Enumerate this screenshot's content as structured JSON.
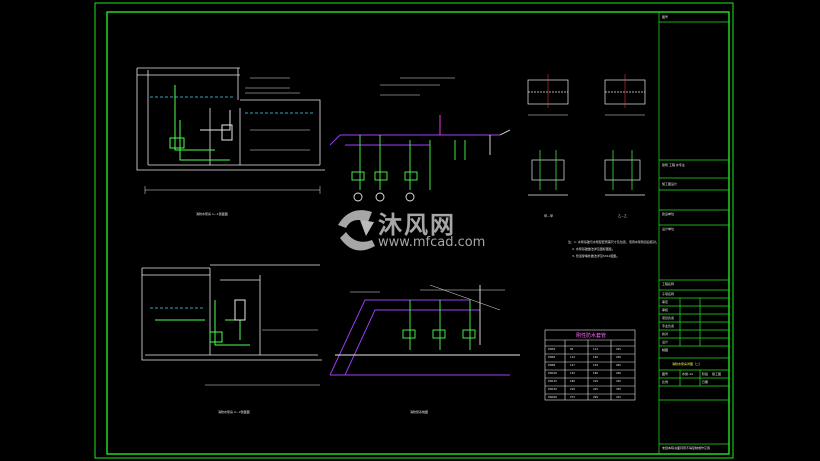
{
  "title_block": {
    "top_label": "图号",
    "row1": "建筑 工程 水专业",
    "row2": "施工图设计",
    "row3": "建设单位",
    "row4": "设计单位",
    "row5": "工程名称",
    "row6": "子项名称",
    "rows_small": [
      "审定",
      "审核",
      "项目负责",
      "专业负责",
      "校对",
      "设计",
      "制图"
    ],
    "drawing_name": "消防水泵房详图（二）",
    "drawing_no_label": "图号",
    "drawing_no": "水施-14",
    "stage_label": "阶段",
    "stage": "施工图",
    "scale_label": "比例",
    "date_label": "日期",
    "footer": "未经本院书面同意不得复制或作它用"
  },
  "drawings": {
    "section_1": "消防水泵房 1－1剖面图",
    "section_2": "消防水泵房 2－2剖面图",
    "system": "消防泵系统图",
    "detail_a": "甲－甲",
    "detail_b": "乙－乙",
    "notes": [
      "注：1. 水泵基础与水泵配套所需尺寸及位置，须待水泵到货后核对。",
      "2. 水泵基础做法详见国标图集。",
      "3. 管道穿墙处做法详见S312图集。"
    ]
  },
  "table": {
    "title": "刚性防水套管",
    "rows": [
      [
        "DN50",
        "95",
        "114",
        "225"
      ],
      [
        "DN65",
        "114",
        "140",
        "250"
      ],
      [
        "DN80",
        "127",
        "159",
        "265"
      ],
      [
        "DN100",
        "152",
        "180",
        "290"
      ],
      [
        "DN125",
        "180",
        "219",
        "320"
      ],
      [
        "DN150",
        "219",
        "245",
        "350"
      ],
      [
        "DN200",
        "273",
        "299",
        "415"
      ]
    ]
  },
  "watermark": {
    "brand": "沐风网",
    "url": "www.mfcad.com"
  },
  "colors": {
    "frame": "#21e621",
    "wall": "#e8e8e8",
    "pipe": "#a040ff",
    "pipe2": "#ff40ff",
    "water": "#40e0ff",
    "accent": "#ffff40"
  }
}
